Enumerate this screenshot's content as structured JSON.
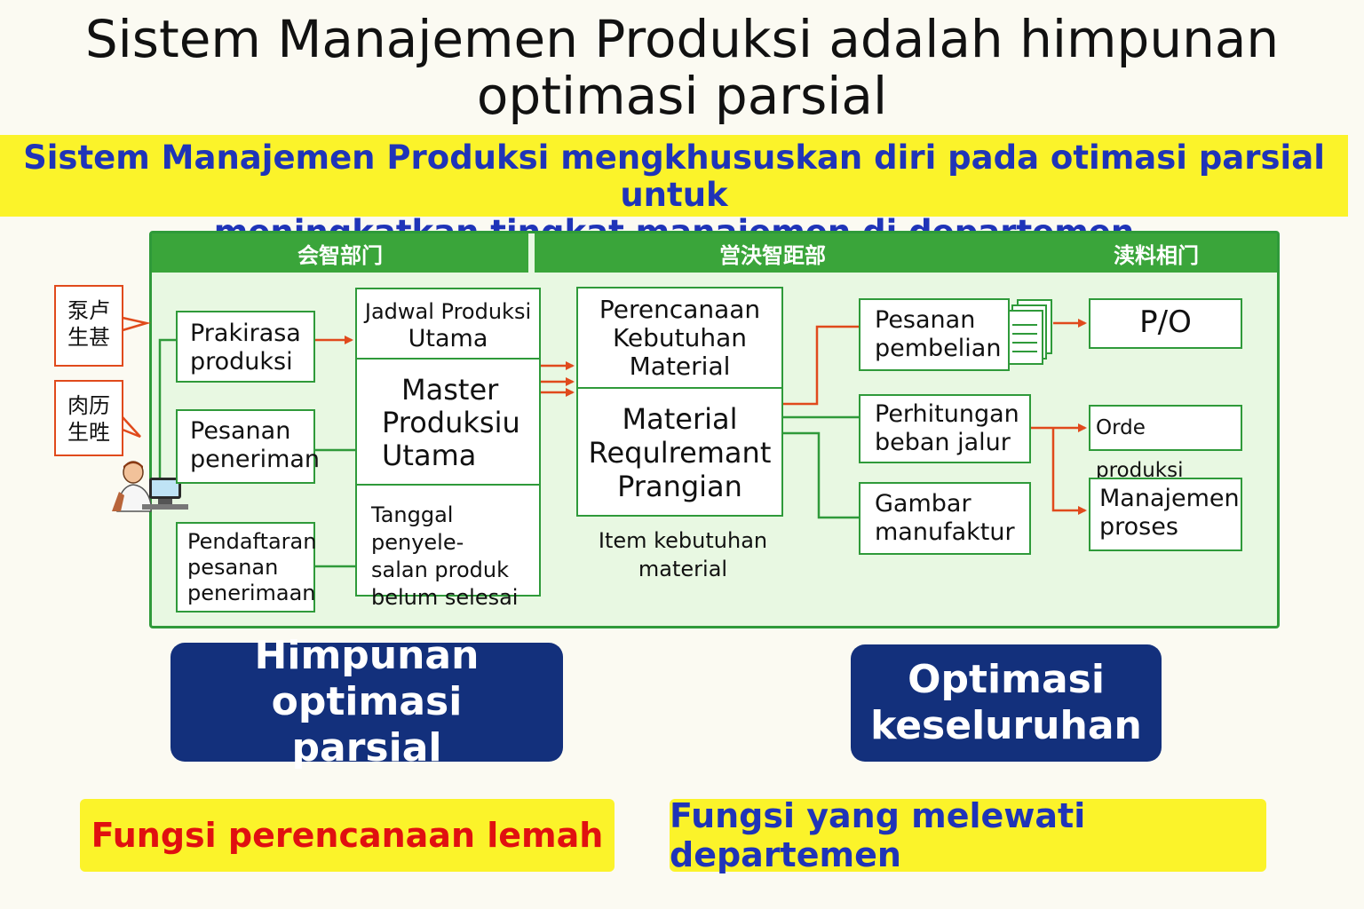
{
  "title": {
    "line1": "Sistem Manajemen Produksi adalah himpunan",
    "line2": "optimasi parsial"
  },
  "banner": {
    "line1": "Sistem Manajemen Produksi mengkhususkan diri pada otimasi parsial untuk",
    "line2": "meningkatkan tingkat manajemen di departemen"
  },
  "headers": {
    "left": "会智部门",
    "middle": "営決智距部",
    "right": "渎料相门"
  },
  "sources": {
    "first": {
      "line1": "泵卢",
      "line2": "生甚"
    },
    "second": {
      "line1": "肉历",
      "line2": "生甠"
    }
  },
  "inputs": {
    "prakirasa": {
      "line1": "Prakirasa",
      "line2": "produksi"
    },
    "pesanan_penerimaan": {
      "line1": "Pesanan",
      "line2": "peneriman"
    },
    "pendaftaran": {
      "line1": "Pendaftaran",
      "line2": "pesanan",
      "line3": "penerimaan"
    }
  },
  "schedule": {
    "jadwal": {
      "line1": "Jadwal Produksi",
      "line2": "Utama"
    },
    "master": {
      "line1": "Master",
      "line2": "Produksiu",
      "line3": "Utama"
    },
    "tanggal": {
      "line1": "Tanggal penyele-",
      "line2": "salan produk",
      "line3": "belum selesai"
    }
  },
  "mrp": {
    "perencanaan": {
      "line1": "Perencanaan",
      "line2": "Kebutuhan",
      "line3": "Material"
    },
    "material": {
      "line1": "Material",
      "line2": "Requlremant",
      "line3": "Prangian"
    },
    "caption": {
      "line1": "Item kebutuhan",
      "line2": "material"
    }
  },
  "outputs": {
    "pesanan_pembelian": {
      "line1": "Pesanan",
      "line2": "pembelian"
    },
    "perhitungan": {
      "line1": "Perhitungan",
      "line2": "beban jalur"
    },
    "gambar": {
      "line1": "Gambar",
      "line2": "manufaktur"
    }
  },
  "results": {
    "po": "P/O",
    "orde": "Orde produksi",
    "manajemen": {
      "line1": "Manajemen",
      "line2": "proses"
    }
  },
  "bottom": {
    "himpunan": {
      "line1": "Himpunan optimasi",
      "line2": "parsial"
    },
    "keseluruhan": {
      "line1": "Optimasi",
      "line2": "keseluruhan"
    },
    "lemah": "Fungsi perencanaan lemah",
    "melewati": "Fungsi yang melewati departemen"
  },
  "colors": {
    "banner_bg": "#fbf32a",
    "banner_text": "#1f34b8",
    "panel_border": "#2f9a3a",
    "panel_bg": "#e8f8e2",
    "header_bg": "#3aa53a",
    "arrow": "#e04a1c",
    "navy": "#13307c",
    "weak_text": "#e01010"
  },
  "icons": [
    "person-at-computer-icon",
    "document-stack-icon"
  ]
}
